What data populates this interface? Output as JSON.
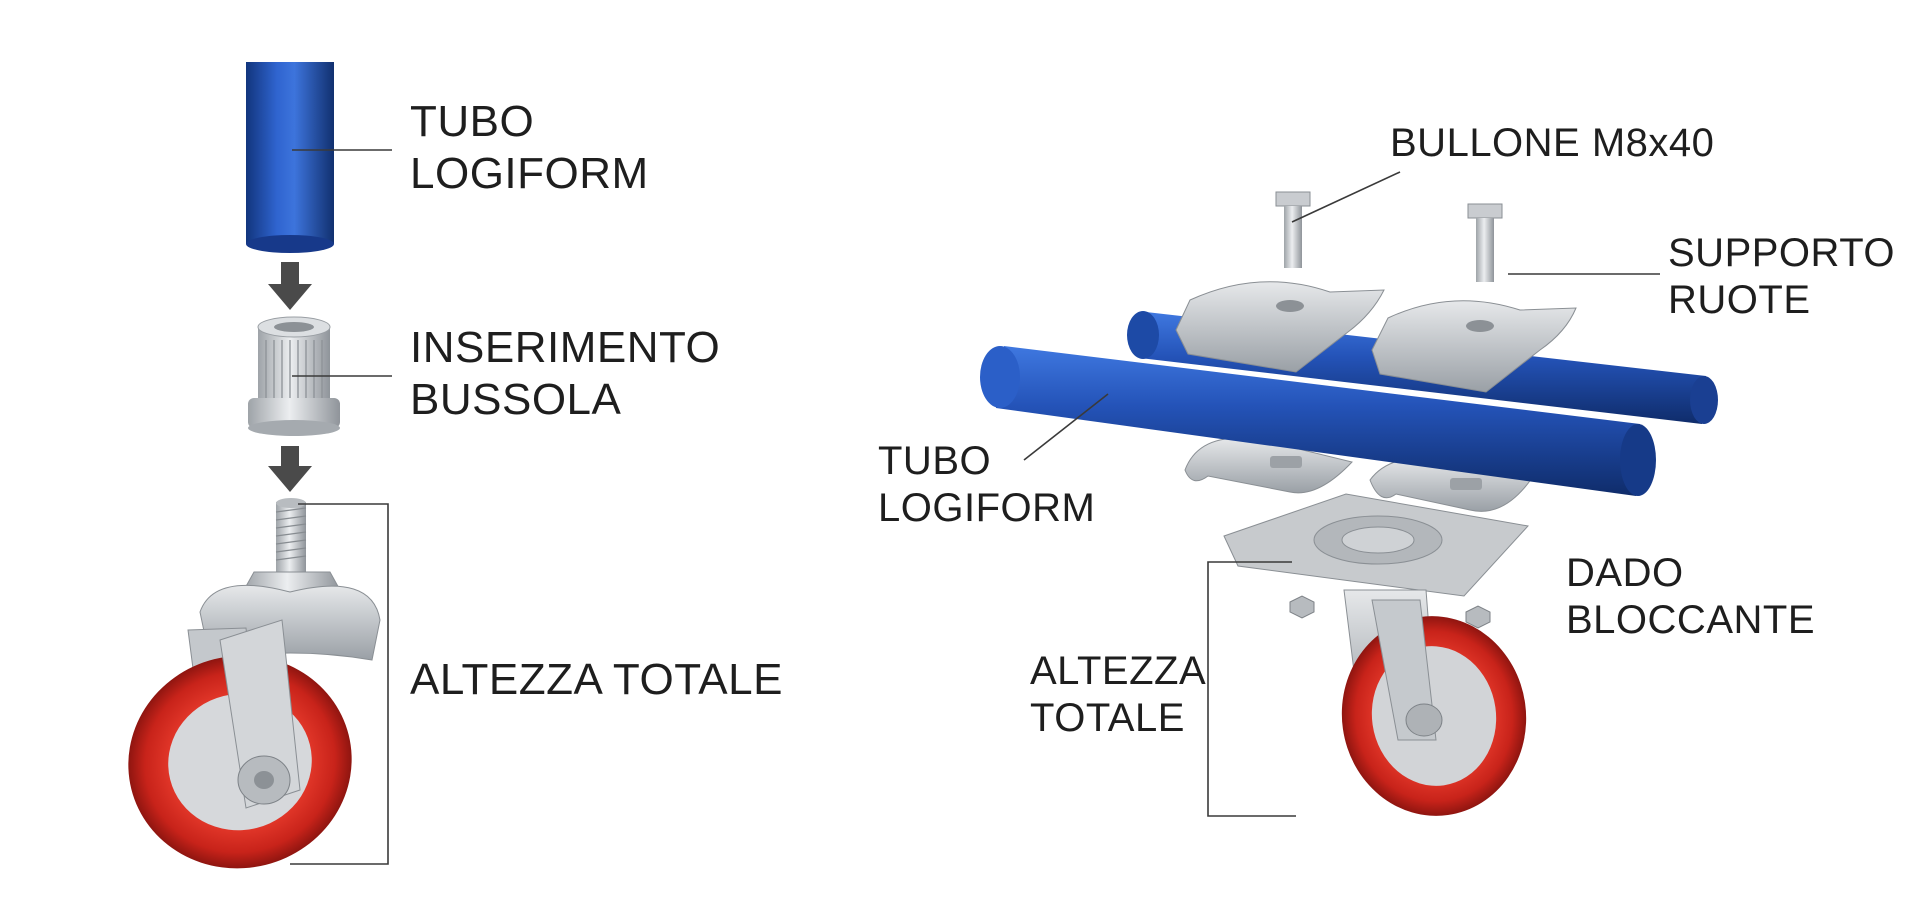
{
  "left_assembly": {
    "tube_label": [
      "TUBO",
      "LOGIFORM"
    ],
    "bushing_label": [
      "INSERIMENTO",
      "BUSSOLA"
    ],
    "height_label": [
      "ALTEZZA TOTALE"
    ]
  },
  "right_assembly": {
    "bolt_label": [
      "BULLONE M8x40"
    ],
    "support_label": [
      "SUPPORTO",
      "RUOTE"
    ],
    "tube_label": [
      "TUBO",
      "LOGIFORM"
    ],
    "nut_label": [
      "DADO",
      "BLOCCANTE"
    ],
    "height_label": [
      "ALTEZZA",
      "TOTALE"
    ]
  },
  "colors": {
    "tube_blue": "#1f4fb0",
    "wheel_red": "#d42a1e",
    "metal_gray": "#c9ccd0",
    "line": "#3a3a3a",
    "text": "#1e1e1e",
    "arrow": "#4a4a4a"
  }
}
